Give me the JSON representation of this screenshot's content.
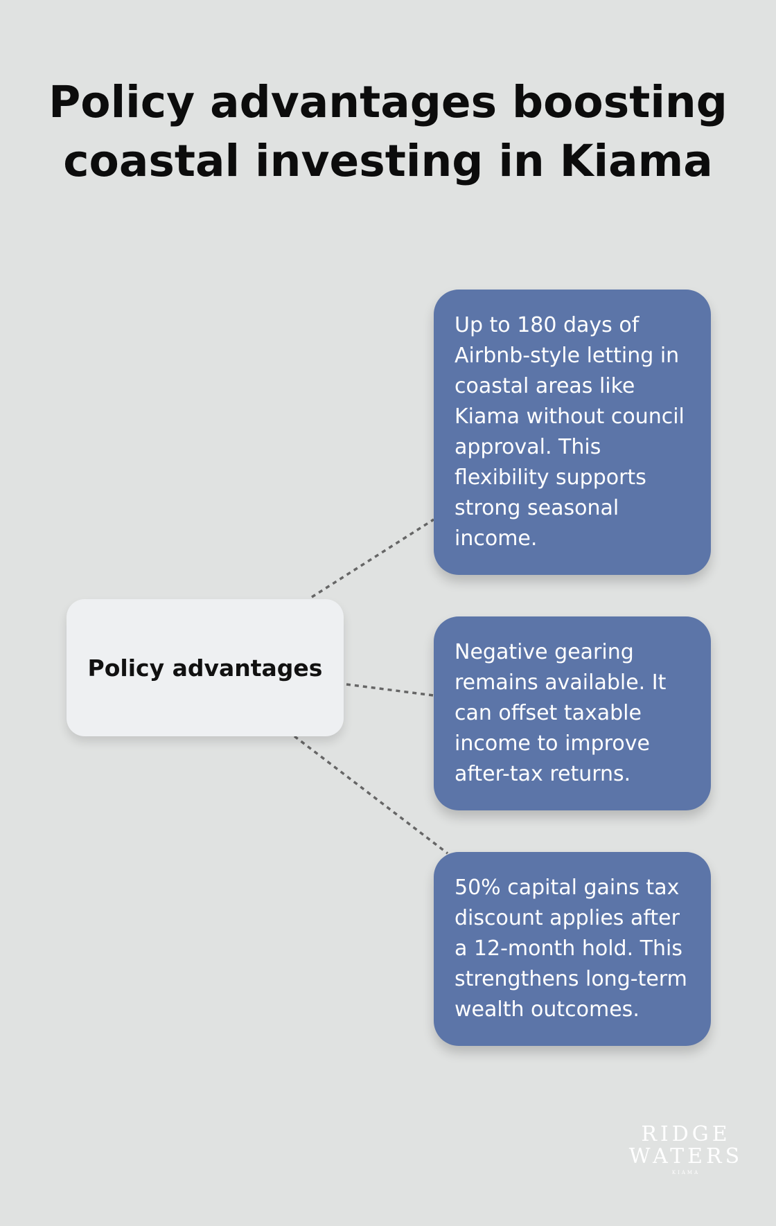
{
  "title": "Policy advantages boosting coastal investing in Kiama",
  "center": {
    "label": "Policy advantages"
  },
  "items": [
    {
      "text": "Up to 180 days of Airbnb-style letting in coastal areas like Kiama without council approval. This flexibility supports strong seasonal income."
    },
    {
      "text": "Negative gearing remains available. It can offset taxable income to improve after-tax returns."
    },
    {
      "text": "50% capital gains tax discount applies after a 12-month hold. This strengthens long-term wealth outcomes."
    }
  ],
  "logo": {
    "line1": "RIDGE",
    "line2": "WATERS",
    "sub": "KIAMA"
  },
  "colors": {
    "background": "#e0e2e1",
    "card": "#5c75a8",
    "center_node": "#eef0f2",
    "connector": "#666666"
  }
}
